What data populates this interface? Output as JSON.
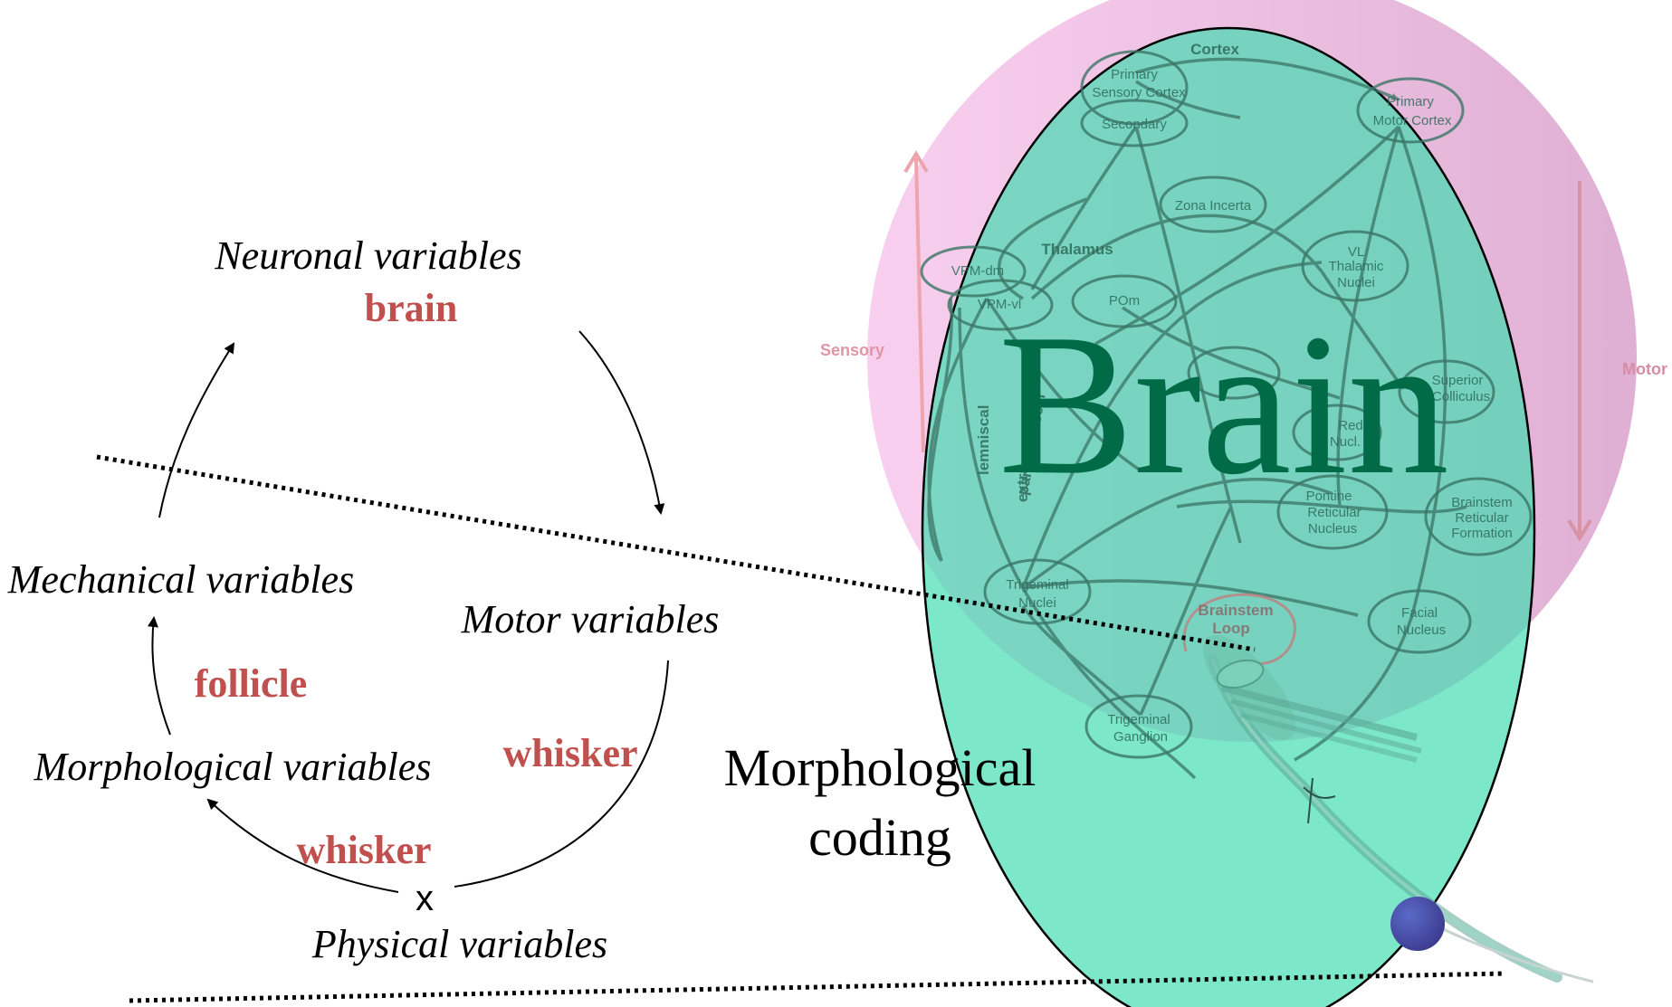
{
  "colors": {
    "accent_red": "#c0504d",
    "brain_text": "#006b46",
    "pink": "#e84fc8",
    "teal": "#3fdcb0",
    "blue_dot": "#4a4fae",
    "bg_network": "#3a7565"
  },
  "cycle": {
    "neuronal": "Neuronal variables",
    "brain_label": "brain",
    "mechanical": "Mechanical variables",
    "follicle_label": "follicle",
    "morphological": "Morphological variables",
    "whisker_label_bottom": "whisker",
    "physical_mark": "x",
    "physical": "Physical variables",
    "motor": "Motor variables",
    "whisker_label_right": "whisker"
  },
  "right": {
    "brain_title": "Brain",
    "morph_line1": "Morphological",
    "morph_line2": "coding"
  },
  "background_network": {
    "cortex": "Cortex",
    "primary_sensory_1": "Primary",
    "primary_sensory_2": "Sensory Cortex",
    "secondary": "Secondary",
    "primary_motor_1": "Primary",
    "primary_motor_2": "Motor Cortex",
    "zona_incerta": "Zona Incerta",
    "thalamus": "Thalamus",
    "vpm_dm": "VPM-dm",
    "vpm_vl": "VPM-vl",
    "pom": "POm",
    "vl_1": "VL",
    "vl_2": "Thalamic",
    "vl_3": "Nuclei",
    "sensory": "Sensory",
    "motor": "Motor",
    "lemniscal": "lemniscal",
    "paralemniscal": "paralemniscal",
    "extra": "extra",
    "pontine_1": "Pontine",
    "pontine_2": "Reticular",
    "pontine_3": "Nucleus",
    "brainstem_rf_1": "Brainstem",
    "brainstem_rf_2": "Reticular",
    "brainstem_rf_3": "Formation",
    "trigeminal_nuclei_1": "Trigeminal",
    "trigeminal_nuclei_2": "Nuclei",
    "brainstem_loop_1": "Brainstem",
    "brainstem_loop_2": "Loop",
    "facial_1": "Facial",
    "facial_2": "Nucleus",
    "trigeminal_ganglion_1": "Trigeminal",
    "trigeminal_ganglion_2": "Ganglion",
    "red_nucleus_1": "Red",
    "red_nucleus_2": "Nucl.",
    "superior_colliculus_1": "Superior",
    "superior_colliculus_2": "Colliculus"
  }
}
